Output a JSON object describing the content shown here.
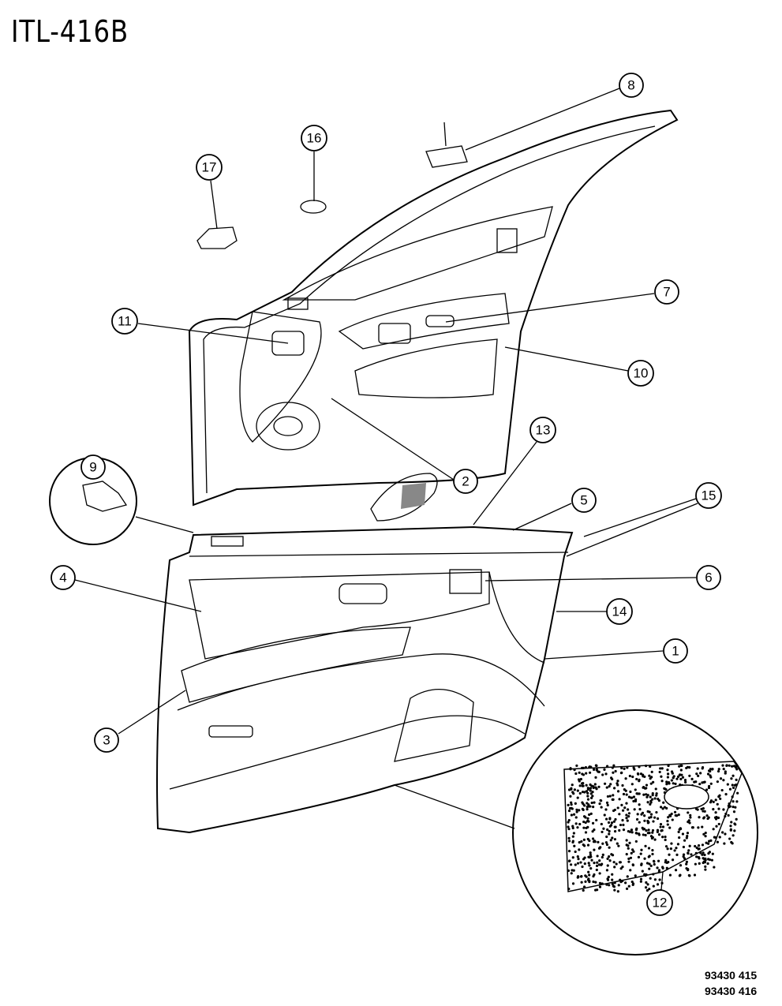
{
  "title": "ITL-416B",
  "codes": [
    "93430 415",
    "93430 416"
  ],
  "callouts": [
    "1",
    "2",
    "3",
    "4",
    "5",
    "6",
    "7",
    "8",
    "9",
    "10",
    "11",
    "12",
    "13",
    "14",
    "15",
    "16",
    "17"
  ]
}
